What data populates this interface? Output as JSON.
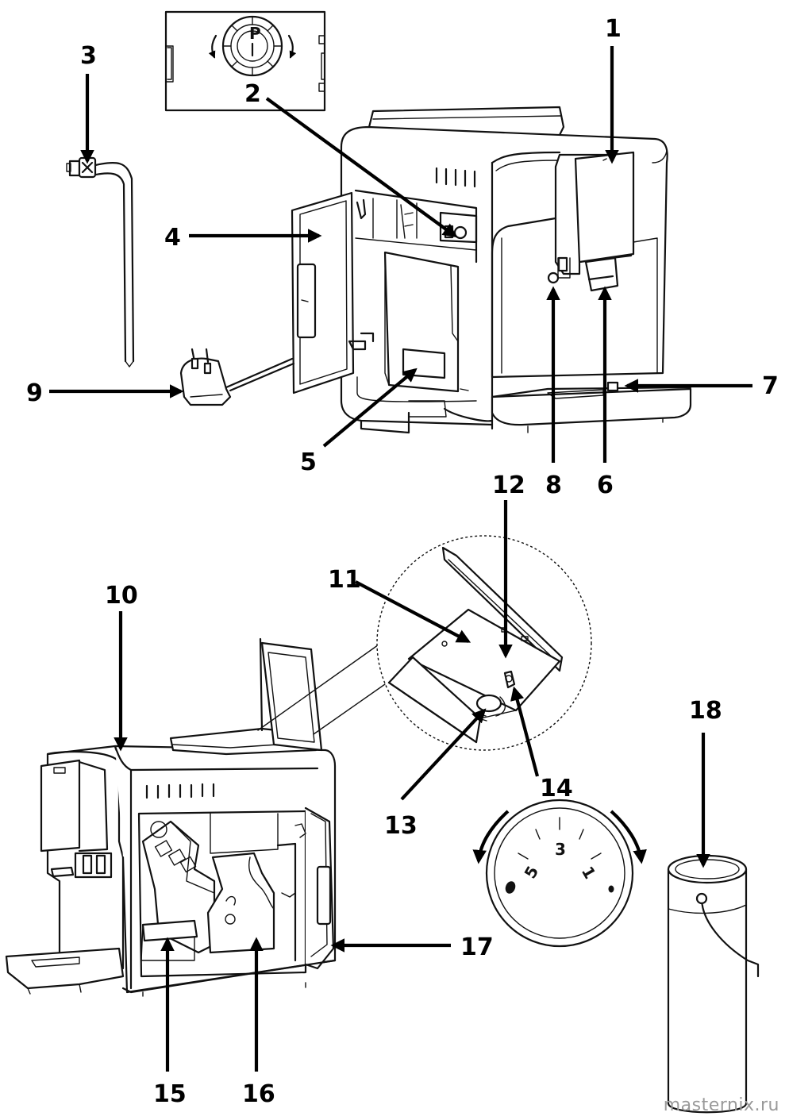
{
  "labels": {
    "l1": "1",
    "l2": "2",
    "l3": "3",
    "l4": "4",
    "l5": "5",
    "l6": "6",
    "l7": "7",
    "l8": "8",
    "l9": "9",
    "l10": "10",
    "l11": "11",
    "l12": "12",
    "l13": "13",
    "l14": "14",
    "l15": "15",
    "l16": "16",
    "l17": "17",
    "l18": "18"
  },
  "grind_dial": {
    "n5": "5",
    "n3": "3",
    "n1": "1"
  },
  "knob": {
    "p": "P"
  },
  "watermark": "masternix.ru"
}
